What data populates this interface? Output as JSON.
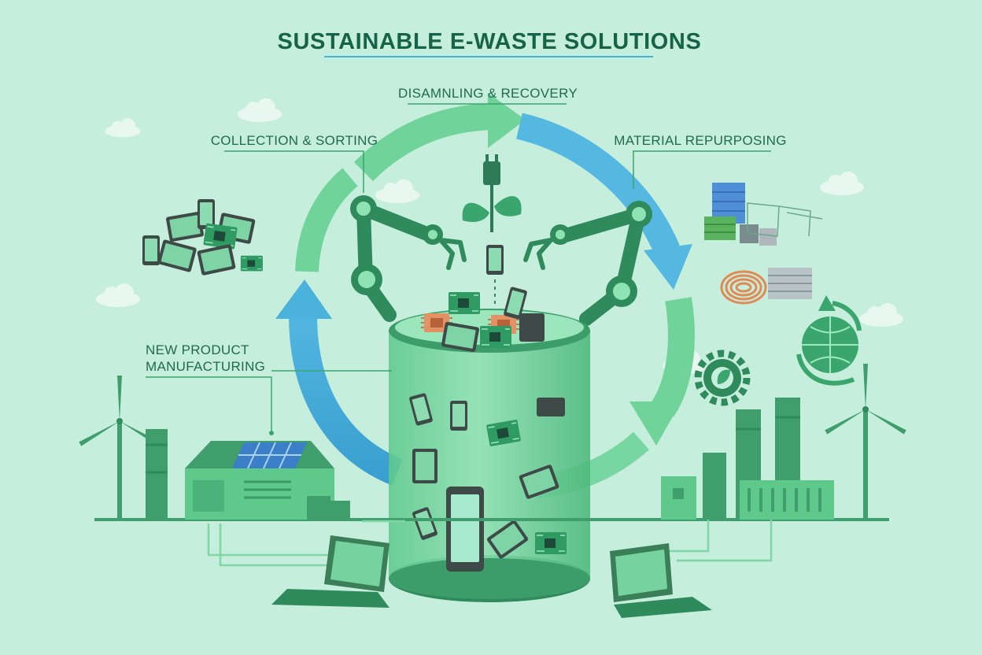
{
  "title": "SUSTAINABLE E-WASTE SOLUTIONS",
  "stages": {
    "dismantling": "DISAMNLING & RECOVERY",
    "collection": "COLLECTION & SORTING",
    "repurposing": "MATERIAL REPURPOSING",
    "manufacturing_line1": "NEW PRODUCT",
    "manufacturing_line2": "MANUFACTURING"
  },
  "colors": {
    "background": "#c6eedc",
    "accent_green": "#5fcf8c",
    "accent_blue": "#4bb2dc",
    "dark_green": "#2f8a5c",
    "text": "#1f6b4f"
  },
  "icons": [
    "cloud-icon",
    "plug-leaf-icon",
    "robot-arm-icon",
    "smartphone-icon",
    "tablet-icon",
    "circuit-board-icon",
    "microchip-icon",
    "laptop-icon",
    "wind-turbine-icon",
    "solar-panel-icon",
    "factory-icon",
    "gear-leaf-icon",
    "globe-recycle-icon",
    "copper-coil-icon",
    "material-blocks-icon"
  ]
}
